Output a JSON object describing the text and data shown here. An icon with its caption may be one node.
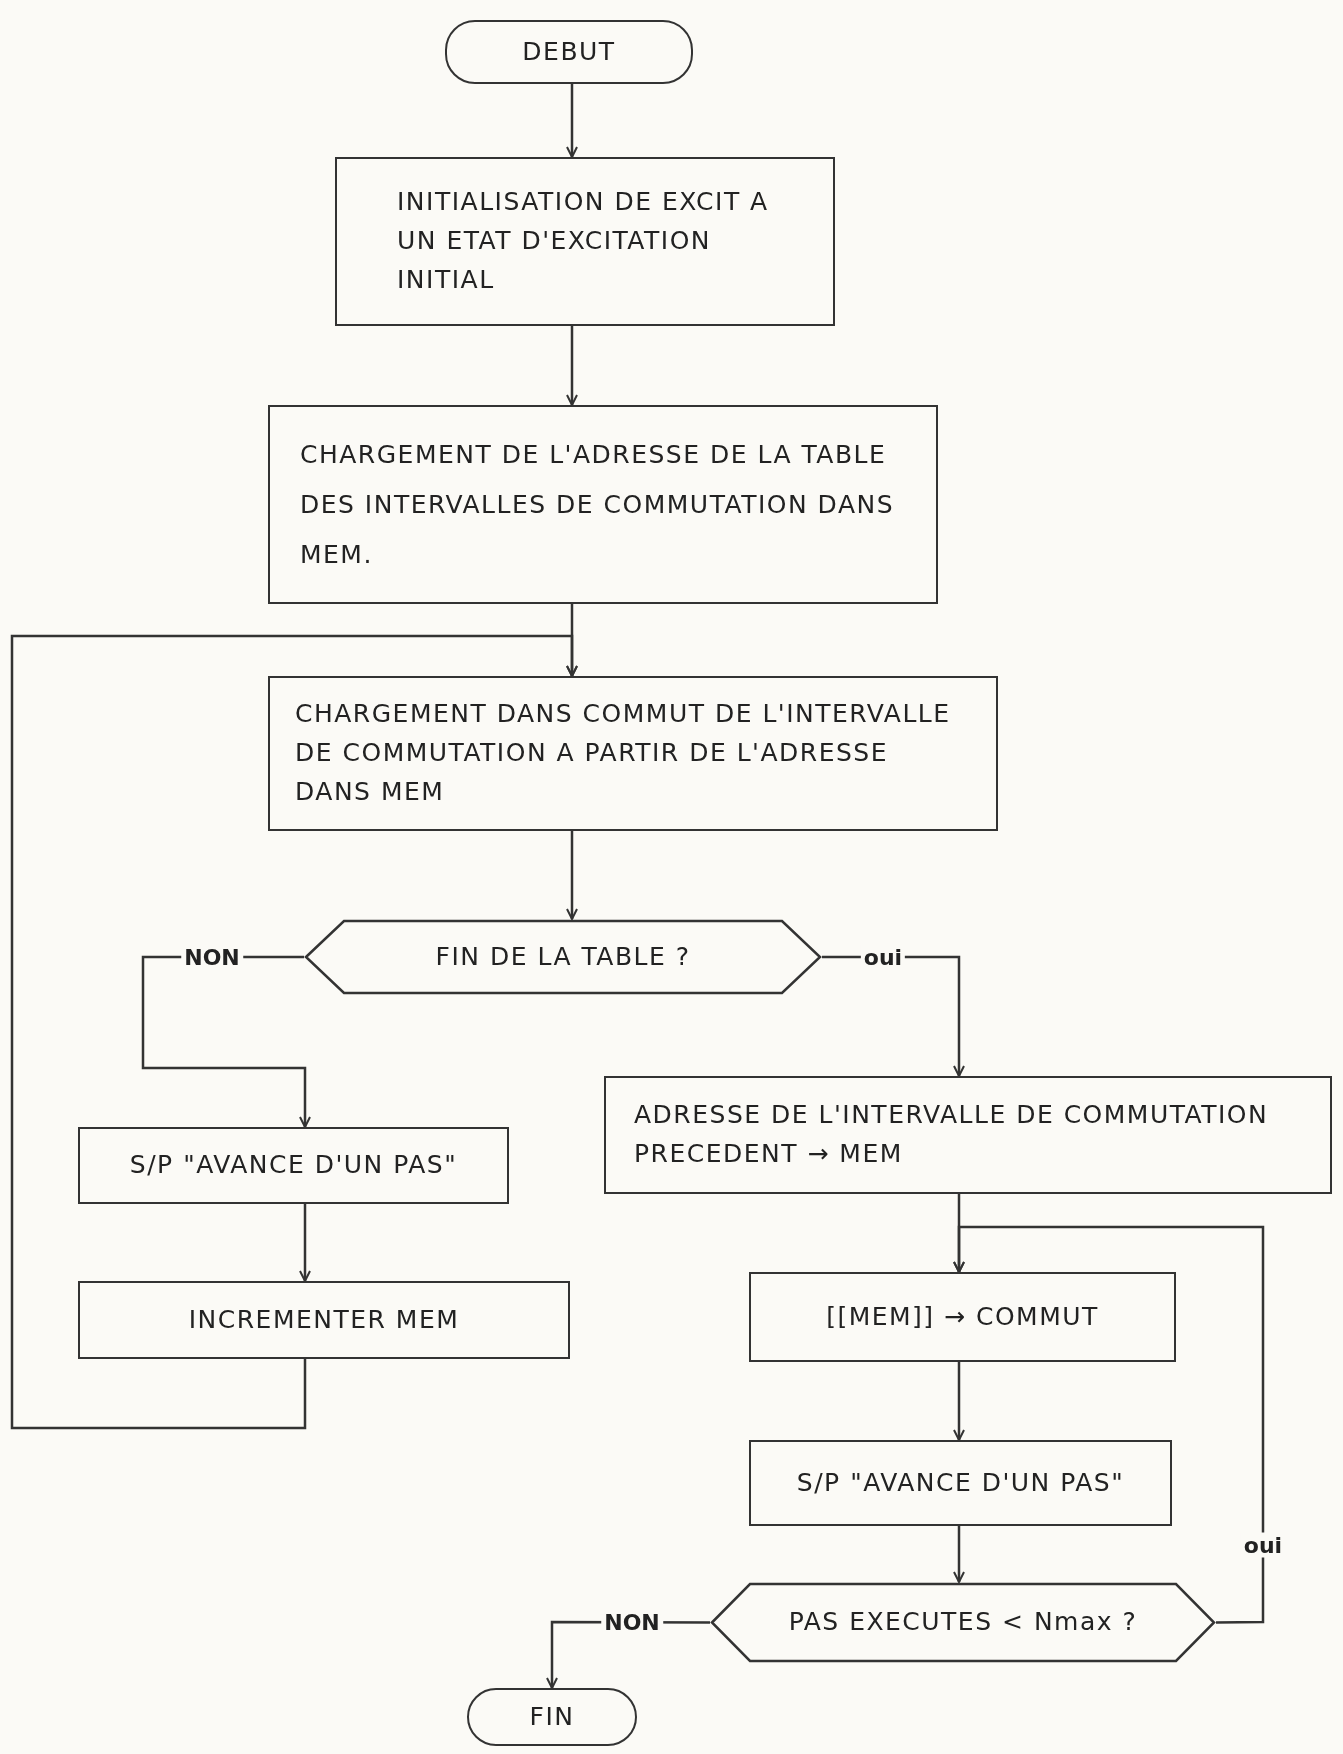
{
  "diagram": {
    "nodes": [
      {
        "text": [
          "DEBUT"
        ]
      },
      {
        "text": [
          "INITIALISATION DE EXCIT A UN ETAT D'EXCITATION INITIAL"
        ]
      },
      {
        "text": [
          "CHARGEMENT DE L'ADRESSE DE LA TABLE DES INTERVALLES DE COMMUTATION DANS MEM."
        ]
      },
      {
        "text": [
          "CHARGEMENT DANS COMMUT DE L'INTERVALLE DE COMMUTATION A PARTIR DE L'ADRESSE DANS MEM"
        ]
      },
      {
        "text": [
          "FIN DE LA TABLE ?"
        ]
      },
      {
        "text": [
          "S/P \"AVANCE D'UN PAS\""
        ]
      },
      {
        "text": [
          "INCREMENTER MEM"
        ]
      },
      {
        "text": [
          "ADRESSE DE L'INTERVALLE DE COMMUTATION PRECEDENT → MEM"
        ]
      },
      {
        "text": [
          "[[MEM]] → COMMUT"
        ]
      },
      {
        "text": [
          "S/P \"AVANCE D'UN PAS\""
        ]
      },
      {
        "text": [
          "PAS EXECUTES < Nmax ?"
        ]
      },
      {
        "text": [
          "FIN"
        ]
      }
    ],
    "edges": [
      {
        "from": 0,
        "to": 1,
        "arrow": "to"
      },
      {
        "from": 1,
        "to": 2,
        "arrow": "to"
      },
      {
        "from": 2,
        "to": 3,
        "arrow": "to"
      },
      {
        "from": 3,
        "to": 4,
        "arrow": "to"
      },
      {
        "from": 4,
        "to": 5,
        "arrow": "to",
        "label": "NON"
      },
      {
        "from": 4,
        "to": 7,
        "arrow": "to",
        "label": "oui"
      },
      {
        "from": 5,
        "to": 6,
        "arrow": "to"
      },
      {
        "from": 6,
        "to": 3,
        "arrow": "to"
      },
      {
        "from": 7,
        "to": 8,
        "arrow": "to"
      },
      {
        "from": 8,
        "to": 9,
        "arrow": "to"
      },
      {
        "from": 9,
        "to": 10,
        "arrow": "to"
      },
      {
        "from": 10,
        "to": 8,
        "arrow": "to",
        "label": "oui"
      },
      {
        "from": 10,
        "to": 11,
        "arrow": "to",
        "label": "NON"
      }
    ]
  }
}
